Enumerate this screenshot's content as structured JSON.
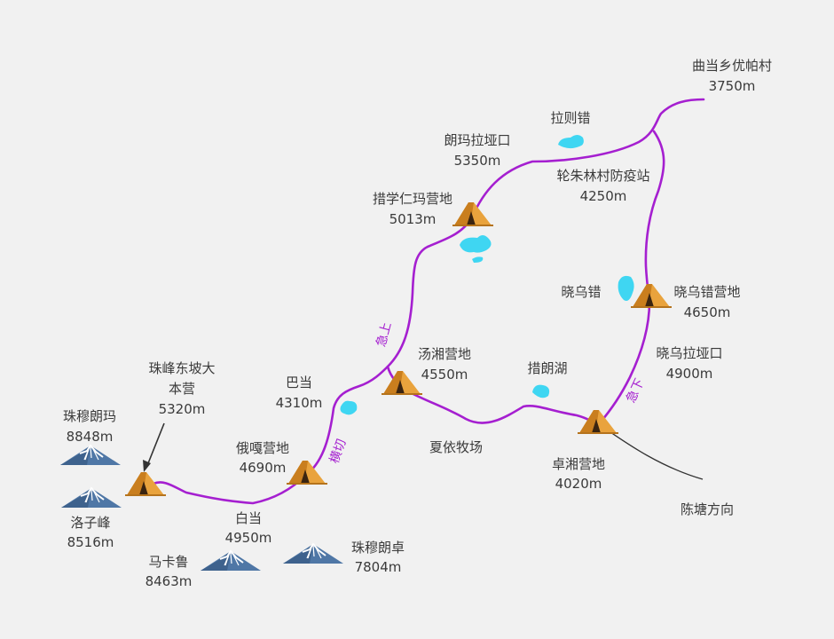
{
  "colors": {
    "route": "#a51fd0",
    "lake": "#3fd6f2",
    "tent": "#e7a13a",
    "mountain": "#4f77a6",
    "background": "#f1f1f1"
  },
  "places": {
    "qudang": {
      "name": "曲当乡优帕村",
      "alt": "3750m"
    },
    "laze": {
      "name": "拉则错"
    },
    "langma": {
      "name": "朗玛拉垭口",
      "alt": "5350m"
    },
    "lunzhu": {
      "name": "轮朱林村防疫站",
      "alt": "4250m"
    },
    "cuoxue": {
      "name": "措学仁玛营地",
      "alt": "5013m"
    },
    "xiaowucuo": {
      "name": "晓乌错"
    },
    "xiaowucamp": {
      "name": "晓乌错营地",
      "alt": "4650m"
    },
    "xiaowupass": {
      "name": "晓乌拉垭口",
      "alt": "4900m"
    },
    "tangxiang": {
      "name": "汤湘营地",
      "alt": "4550m"
    },
    "cuolang": {
      "name": "措朗湖"
    },
    "badang": {
      "name": "巴当",
      "alt": "4310m"
    },
    "basecamp": {
      "name1": "珠峰东坡大",
      "name2": "本营",
      "alt": "5320m"
    },
    "everest": {
      "name": "珠穆朗玛",
      "alt": "8848m"
    },
    "xiayi": {
      "name": "夏依牧场"
    },
    "ega": {
      "name": "俄嘎营地",
      "alt": "4690m"
    },
    "zhuoxiang": {
      "name": "卓湘营地",
      "alt": "4020m"
    },
    "chentang": {
      "name": "陈塘方向"
    },
    "lhotse": {
      "name": "洛子峰",
      "alt": "8516m"
    },
    "baidang": {
      "name": "白当",
      "alt": "4950m"
    },
    "zhuomulangzhuo": {
      "name": "珠穆朗卓",
      "alt": "7804m"
    },
    "makalu": {
      "name": "马卡鲁",
      "alt": "8463m"
    }
  },
  "annotations": {
    "steep_up": "急上",
    "traverse": "横切",
    "steep_down": "急下"
  }
}
